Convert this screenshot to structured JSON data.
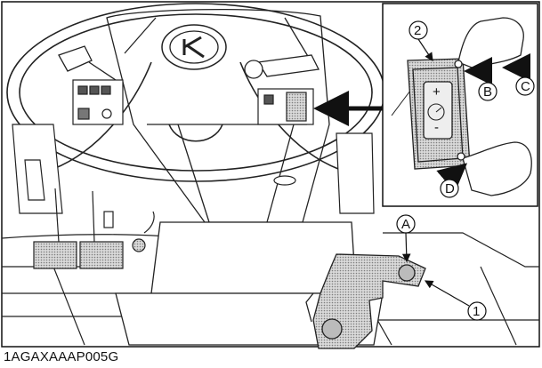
{
  "figure": {
    "code": "1AGAXAAAP005G",
    "callouts": {
      "cruise_lever": "1",
      "cruise_switch": "2",
      "point_a": "A",
      "point_b": "B",
      "point_c": "C",
      "point_d": "D"
    },
    "switch_symbols": {
      "plus": "+",
      "minus": "-"
    }
  },
  "colors": {
    "ink": "#111111",
    "dot_fill": "#9a9a9a",
    "background": "#ffffff"
  },
  "icons": [
    "kubota-logo-icon",
    "pointing-hand-icon",
    "arrow-icon"
  ]
}
